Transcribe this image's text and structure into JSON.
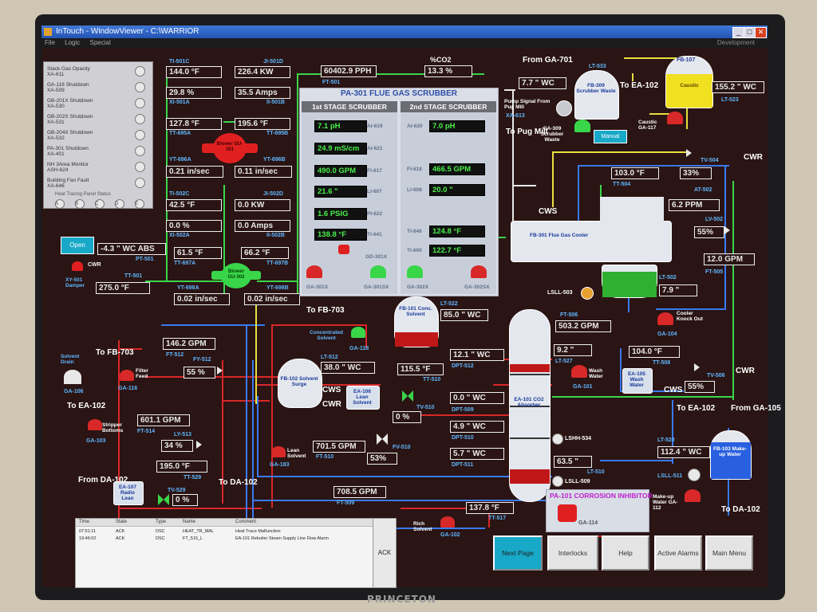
{
  "window": {
    "title": "InTouch - WindowViewer - C:\\WARRIOR",
    "menu": [
      "File",
      "Logic",
      "Special"
    ],
    "mode": "Development",
    "buttons": [
      "_",
      "□",
      "✕"
    ]
  },
  "alarm_panel": {
    "items": [
      {
        "label": "Stack Gas Opacity",
        "tag": "XA-611"
      },
      {
        "label": "GA-116 Shutdown",
        "tag": "XA-509"
      },
      {
        "label": "GB-201X Shutdown",
        "tag": "XA-530"
      },
      {
        "label": "GB-202X Shutdown",
        "tag": "XA-531"
      },
      {
        "label": "GB-204X Shutdown",
        "tag": "XA-532"
      },
      {
        "label": "PA-301 Shutdown",
        "tag": "XA-401"
      },
      {
        "label": "NH 3Area Monitor",
        "tag": "ASH-624"
      },
      {
        "label": "Building Fan Fault",
        "tag": "XA-646"
      }
    ],
    "heat_trace_title": "Heat Tracing Panel Status",
    "heat_trace_labels": [
      "A",
      "B",
      "C",
      "D",
      "E"
    ]
  },
  "blower_301": {
    "name": "Blower GU-301",
    "values": [
      {
        "tag": "TI-501C",
        "value": "144.0 °F"
      },
      {
        "tag": "JI-501D",
        "value": "226.4 KW"
      },
      {
        "tag": "XI-501A",
        "value": "29.8 %"
      },
      {
        "tag": "II-501B",
        "value": "35.5 Amps"
      },
      {
        "tag": "TT-695A",
        "value": "127.8 °F"
      },
      {
        "tag": "TT-695B",
        "value": "195.6 °F"
      },
      {
        "tag": "YT-696A",
        "value": "0.21 in/sec"
      },
      {
        "tag": "YT-696B",
        "value": "0.11 in/sec"
      }
    ]
  },
  "blower_302": {
    "name": "Blower GU-302",
    "values": [
      {
        "tag": "TI-502C",
        "value": "42.5 °F"
      },
      {
        "tag": "JI-502D",
        "value": "0.0 KW"
      },
      {
        "tag": "XI-502A",
        "value": "0.0 %"
      },
      {
        "tag": "II-502B",
        "value": "0.0 Amps"
      },
      {
        "tag": "TT-697A",
        "value": "61.5 °F"
      },
      {
        "tag": "TT-697B",
        "value": "66.2 °F"
      },
      {
        "tag": "YT-698A",
        "value": "0.02 in/sec"
      },
      {
        "tag": "YT-698B",
        "value": "0.02 in/sec"
      }
    ]
  },
  "damper": {
    "button": "Open",
    "pressure": "-4.3 \" WC ABS",
    "pressure_tag": "PT-501",
    "temp_tag": "TT-501",
    "temp": "275.0 °F",
    "damper_label": "XY-501 Damper",
    "cwr": "CWR"
  },
  "flow_top": {
    "value": "60402.9 PPH",
    "tag": "FT-501"
  },
  "co2": {
    "label": "%CO2",
    "value": "13.3 %"
  },
  "scrubber": {
    "title": "PA-301 FLUE GAS SCRUBBER",
    "stage1": "1st STAGE SCRUBBER",
    "stage2": "2nd STAGE SCRUBBER",
    "s1": [
      {
        "value": "7.1 pH",
        "tag": "AI-619"
      },
      {
        "value": "24.9 mS/cm",
        "tag": "AI-621"
      },
      {
        "value": "490.0 GPM",
        "tag": "FI-617"
      },
      {
        "value": "21.6 \"",
        "tag": "LI-607"
      },
      {
        "value": "1.6 PSIG",
        "tag": "PI-622"
      },
      {
        "value": "138.8 °F",
        "tag": "TI-641"
      }
    ],
    "s2": [
      {
        "value": "7.0 pH",
        "tag": "AI-620"
      },
      {
        "value": "466.5 GPM",
        "tag": "FI-618"
      },
      {
        "value": "20.0 \"",
        "tag": "LI-608"
      },
      {
        "value": "124.8 °F",
        "tag": "TI-646"
      },
      {
        "value": "122.7 °F",
        "tag": "TI-600"
      }
    ],
    "pumps": [
      "GA-301X",
      "GA-301SX",
      "GA-302X",
      "GA-302SX"
    ],
    "fan": "GD-301X"
  },
  "scrubber_waste": {
    "from": "From GA-701",
    "to": "To EA-102",
    "level": "7.7 \" WC",
    "level_tag": "LT-533",
    "vessel": "FB-309 Scrubber Waste",
    "pump_signal": "Pump Signal From Pug Mill",
    "pump_signal_tag": "XA-613",
    "to_pug": "To Pug Mill",
    "pump": "GA-309 Scrubber Waste",
    "manual": "Manual"
  },
  "caustic": {
    "vessel": "FB-107",
    "label": "Caustic",
    "level": "155.2 \" WC",
    "level_tag": "LT-523",
    "pump": "Caustic GA-117"
  },
  "flue_gas_cooler": {
    "cws": "CWS",
    "name": "FB-301 Flue Gas Cooler",
    "temp": "103.0 °F",
    "temp_tag": "TT-504",
    "valve_pct": "33%",
    "valve_tag": "TV-504",
    "cwr": "CWR",
    "ph": "6.2 PPM",
    "ph_tag": "AT-502",
    "lv_tag": "LV-502",
    "lv_pct": "55%",
    "flow": "12.0 GPM",
    "flow_tag": "FT-505",
    "lsll": "LSLL-503",
    "level_tag": "LT-502",
    "level": "7.9 \"",
    "knockout": "Cooler Knock Out",
    "pump": "GA-104"
  },
  "solvent_area": {
    "to_fb703a": "To FB-703",
    "to_fb703b": "To FB-703",
    "conc_solvent": "Concentrated Solvent",
    "ga118": "GA-118",
    "fb101": "FB-101 Conc. Solvent",
    "lt522_tag": "LT-522",
    "lt522": "85.0 \" WC",
    "solvent_drain": "Solvent Drain",
    "ga106": "GA-106",
    "flow_512": "146.2 GPM",
    "ft512_tag": "FT-512",
    "filter_feed": "Filter Feed",
    "ga116": "GA-116",
    "fy512_tag": "FY-512",
    "fy512": "55 %",
    "fb102": "FB-102 Solvent Surge",
    "lt512_tag": "LT-512",
    "lt512": "38.0 \" WC",
    "dpt512_val": "115.5 °F",
    "dpt512_tag": "DPT-512",
    "tt510_tag": "TT-510",
    "cws": "CWS",
    "cwr": "CWR",
    "ea106": "EA-106 Lean Solvent",
    "tv510": "TV-510",
    "tv510_pct": "0 %",
    "to_ea102": "To EA-102",
    "flow_514": "601.1 GPM",
    "ft514_tag": "FT-514",
    "stripper": "Stripper Bottoms",
    "ga103": "GA-103",
    "ly513_tag": "LY-513",
    "ly513": "34 %",
    "tt529_val": "195.0 °F",
    "tt529_tag": "TT-529",
    "from_da102": "From DA-102",
    "to_da102": "To DA-102",
    "ea107": "EA-107 Radio Lean",
    "tv529_tag": "TV-529",
    "tv529": "0 %",
    "lean_solvent": "Lean Solvent",
    "ga183": "GA-183",
    "flow_510": "701.5 GPM",
    "ft510_tag": "FT-510",
    "fv510_tag": "FV-510",
    "fv510": "53%",
    "flow_509": "708.5 GPM",
    "ft509_tag": "FT-509",
    "rich_solvent": "Rich Solvent",
    "ga102": "GA-102",
    "tt517_val": "137.8 °F",
    "tt517_tag": "TT-517"
  },
  "absorber": {
    "name": "EA-101 CO2 Absorber",
    "flow_506": "503.2 GPM",
    "ft506_tag": "FT-506",
    "dpt512_val": "12.1 \" WC",
    "dpt512_tag": "DPT-512",
    "lt527_val": "9.2 \"",
    "lt527_tag": "LT-527",
    "dpt509_val": "0.0 \" WC",
    "dpt509_tag": "DPT-509",
    "dpt510_val": "4.9 \" WC",
    "dpt510_tag": "DPT-510",
    "dpt511_val": "5.7 \" WC",
    "dpt511_tag": "DPT-511",
    "lshh": "LSHH-534",
    "lt510_val": "63.5 \"",
    "lt510_tag": "LT-510",
    "lsll509": "LSLL-509",
    "wash_water": "Wash Water",
    "ga101": "GA-101",
    "ea105": "EA-105 Wash Water",
    "tt508_val": "104.0 °F",
    "tt508_tag": "TT-508",
    "tv506_tag": "TV-506",
    "tv506": "55%",
    "cwr": "CWR",
    "cws": "CWS",
    "to_ea102": "To EA-102",
    "from_ga105": "From GA-105"
  },
  "makeup": {
    "lt520_tag": "LT-520",
    "lt520": "112.4 \" WC",
    "vessel": "FB-103 Make-up Water",
    "lsll511": "LSLL-511",
    "pump": "Make-up Water GA-112",
    "to_da102": "To DA-102"
  },
  "corrosion": {
    "title": "PA-101 CORROSION INHIBITOR",
    "pump": "GA-114"
  },
  "alarm_log": {
    "headers": [
      "Time",
      "State",
      "Type",
      "Name",
      "Comment"
    ],
    "rows": [
      [
        "07:51:11",
        "ACK",
        "DSC",
        "HEAT_TR_MAL",
        "Heat Trace Malfunction"
      ],
      [
        "19:46:02",
        "ACK",
        "DSC",
        "FT_515_L",
        "EA-101 Reboiler Steam Supply Line Flow Alarm"
      ]
    ],
    "ack": "ACK"
  },
  "nav": [
    {
      "label": "Next Page"
    },
    {
      "label": "Interlocks"
    },
    {
      "label": "Help"
    },
    {
      "label": "Active Alarms"
    },
    {
      "label": "Main Menu"
    }
  ],
  "monitor_brand": "PRINCETON",
  "colors": {
    "bg": "#2a1414",
    "green_line": "#3ad64a",
    "red_line": "#d82828",
    "blue_line": "#3a7af0",
    "yellow_line": "#e8e040",
    "tag_blue": "#5fb8ff",
    "next_page": "#18a8c8"
  }
}
